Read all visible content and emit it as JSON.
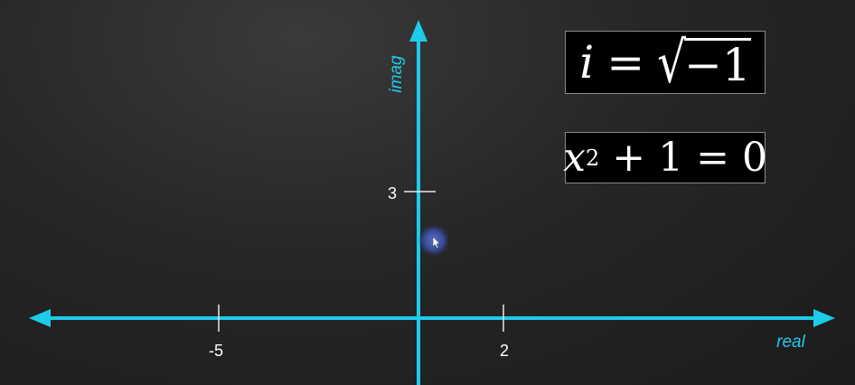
{
  "diagram": {
    "x_axis_label": "real",
    "y_axis_label": "imag",
    "ticks": [
      {
        "axis": "x",
        "value": -5,
        "label": "-5"
      },
      {
        "axis": "x",
        "value": 2,
        "label": "2"
      },
      {
        "axis": "y",
        "value": 3,
        "label": "3"
      }
    ],
    "axis_color": "#1ecbea"
  },
  "equations": {
    "eq1": {
      "lhs": "i",
      "eq": "=",
      "rad_sign": "√",
      "radicand": "−1"
    },
    "eq2": {
      "base": "x",
      "exp": "2",
      "rest": " + 1 = 0"
    }
  },
  "cursor": {
    "color": "#4a64c8"
  }
}
